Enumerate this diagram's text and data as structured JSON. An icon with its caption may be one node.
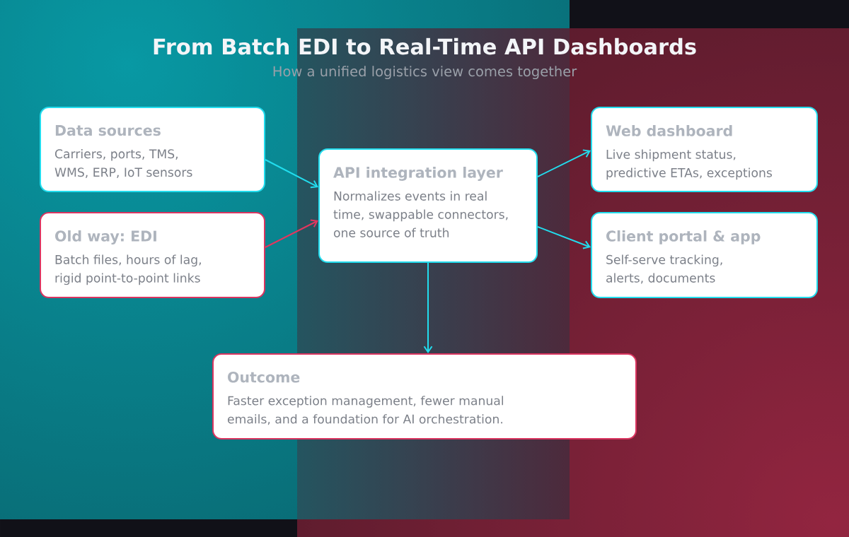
{
  "diagram": {
    "title": "From Batch EDI to Real-Time API Dashboards",
    "nodes": [
      {
        "text": [
          "Data sources",
          "Carriers, ports, TMS, WMS, ERP, IoT sensors"
        ]
      },
      {
        "text": [
          "Old way: EDI",
          "Batch files, hours of lag, rigid point-to-point links"
        ]
      },
      {
        "text": [
          "API integration layer",
          "Normalizes events in real time, swappable connectors, one source of truth"
        ]
      },
      {
        "text": [
          "Web dashboard",
          "Live shipment status, predictive ETAs, exceptions"
        ]
      },
      {
        "text": [
          "Client portal & app",
          "Self-serve tracking, alerts, documents"
        ]
      },
      {
        "text": [
          "Outcome",
          "Faster exception management, fewer manual emails, and a foundation for AI orchestration."
        ]
      }
    ],
    "edges": [
      {
        "from": 0,
        "to": 2,
        "arrow": "to"
      },
      {
        "from": 1,
        "to": 2,
        "arrow": "to",
        "color": "#e2365e"
      },
      {
        "from": 2,
        "to": 3,
        "arrow": "to"
      },
      {
        "from": 2,
        "to": 4,
        "arrow": "to"
      },
      {
        "from": 2,
        "to": 5,
        "arrow": "to"
      }
    ],
    "labels": [
      "How a unified logistics view comes together"
    ]
  }
}
